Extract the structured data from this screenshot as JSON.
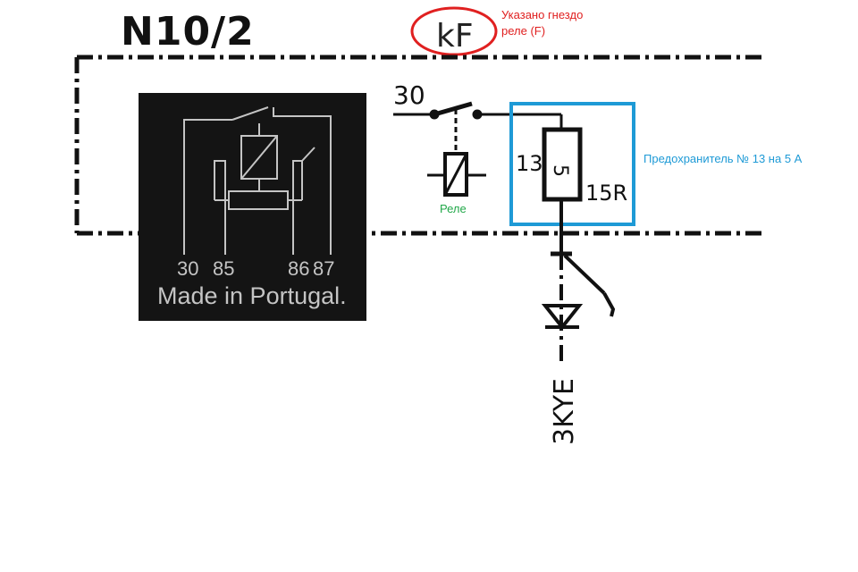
{
  "module_label": "N10/2",
  "socket_label": "kF",
  "socket_note_line1": "Указано гнездо",
  "socket_note_line2": "реле (F)",
  "relay_terminal_30": "30",
  "relay_label": "Реле",
  "fuse_number": "13",
  "fuse_rating": "5",
  "fuse_output": "15R",
  "fuse_note": "Предохранитель № 13 на 5 А",
  "wire_code": "3KYE",
  "photo": {
    "pins": [
      "30",
      "85",
      "86",
      "87"
    ],
    "caption": "Made in Portugal."
  },
  "colors": {
    "line": "#111111",
    "highlight_red": "#e02020",
    "highlight_blue": "#1e9ad6",
    "relay_green": "#22a84a",
    "photo_bg": "#141414",
    "photo_ink": "#c4c4c4"
  }
}
